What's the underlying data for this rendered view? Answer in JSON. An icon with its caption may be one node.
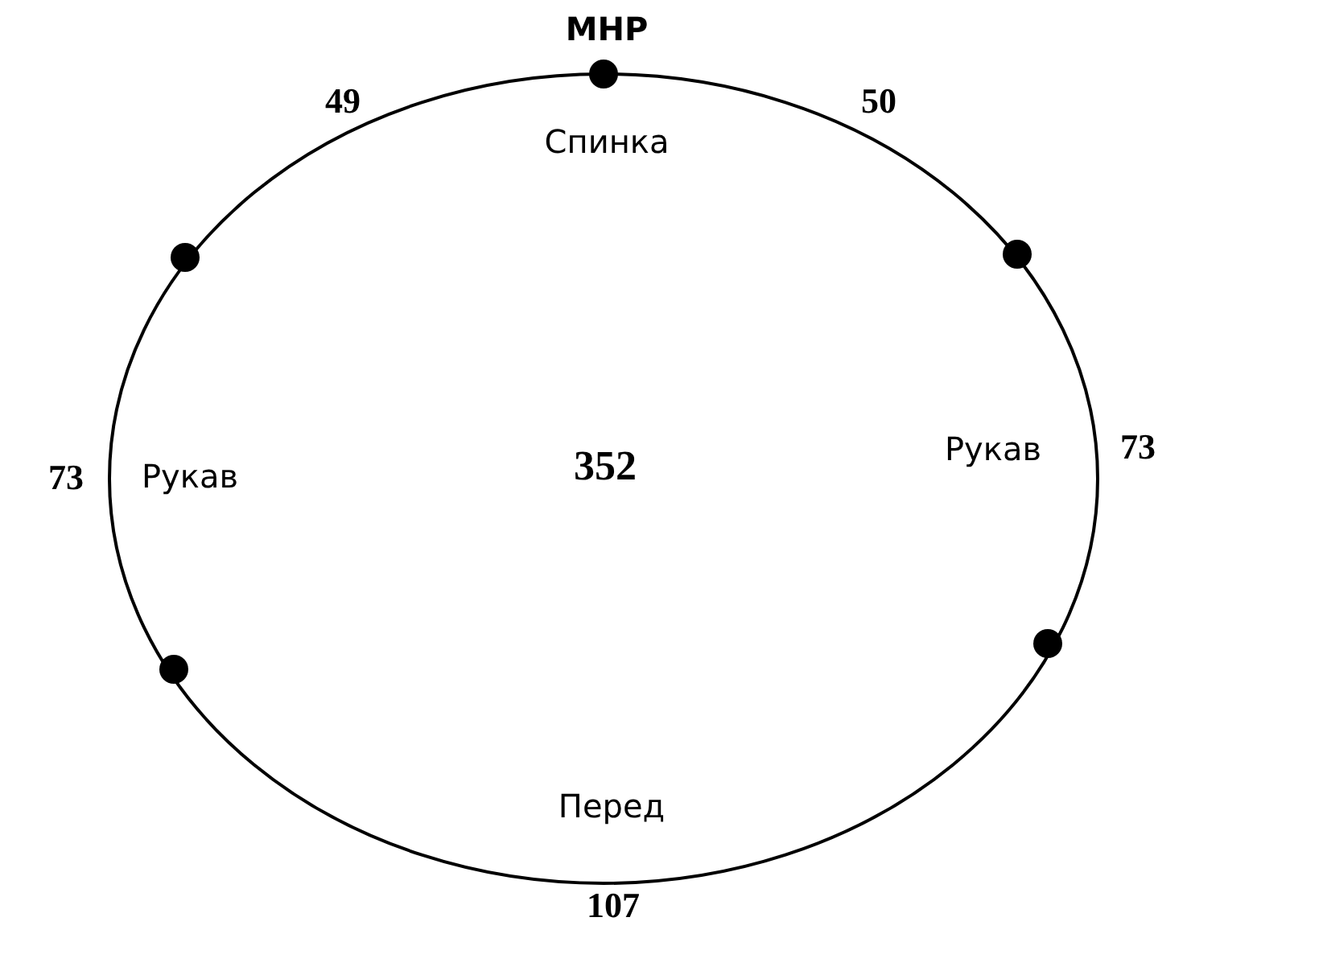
{
  "diagram": {
    "nodes": [
      {
        "text": [
          "352"
        ]
      }
    ],
    "labels": [
      "МНР",
      "49",
      "50",
      "Спинка",
      "Рукав",
      "73",
      "73",
      "Рукав",
      "Перед",
      "107"
    ]
  }
}
